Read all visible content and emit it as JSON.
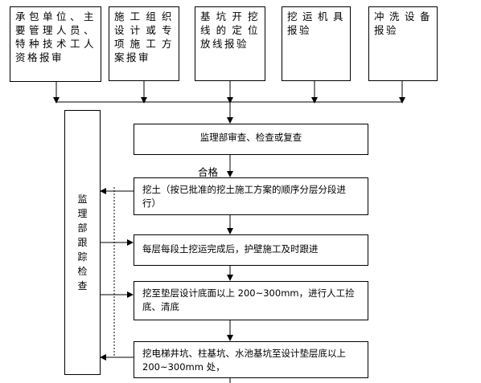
{
  "top_boxes": [
    "承包单位、主要管理人员、特种技术工人资格报审",
    "施工组织设计或专项施工方案报审",
    "基坑开挖线的定位放线报验",
    "挖运机具报验",
    "冲洗设备报验"
  ],
  "side_box": "监理部跟踪检查",
  "steps": [
    "监理部审查、检查或复查",
    "挖土（按已批准的挖土施工方案的顺序分层分段进行）",
    "每层每段土挖运完成后，护壁施工及时跟进",
    "挖至垫层设计底面以上 200~300mm，进行人工捡底、清底",
    "挖电梯井坑、柱基坑、水池基坑至设计垫层底以上 200~300mm 处，"
  ],
  "pass_label": "合格"
}
